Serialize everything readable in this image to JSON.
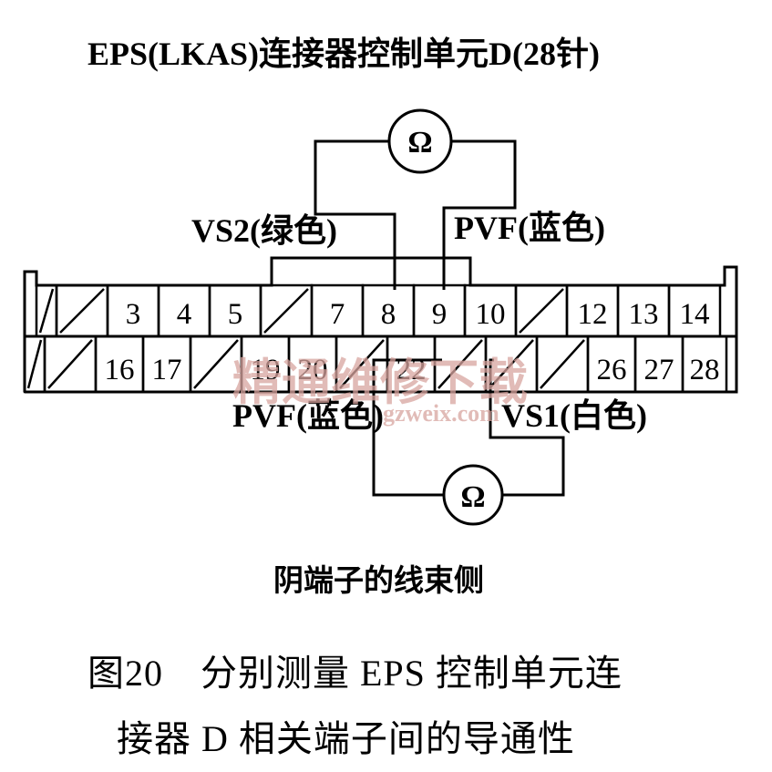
{
  "title": "EPS(LKAS)连接器控制单元D(28针)",
  "ohm_symbol": "Ω",
  "top_labels": {
    "left": "VS2(绿色)",
    "right": "PVF(蓝色)"
  },
  "bottom_labels": {
    "left": "PVF(蓝色)",
    "right": "VS1(白色)"
  },
  "connector": {
    "row1": [
      {
        "label": ""
      },
      {
        "label": ""
      },
      {
        "label": "3"
      },
      {
        "label": "4"
      },
      {
        "label": "5"
      },
      {
        "label": ""
      },
      {
        "label": "7"
      },
      {
        "label": "8"
      },
      {
        "label": "9"
      },
      {
        "label": "10"
      },
      {
        "label": ""
      },
      {
        "label": "12"
      },
      {
        "label": "13"
      },
      {
        "label": "14"
      }
    ],
    "row2": [
      {
        "label": ""
      },
      {
        "label": ""
      },
      {
        "label": "16"
      },
      {
        "label": "17"
      },
      {
        "label": ""
      },
      {
        "label": "19"
      },
      {
        "label": "20"
      },
      {
        "label": ""
      },
      {
        "label": "22"
      },
      {
        "label": ""
      },
      {
        "label": ""
      },
      {
        "label": ""
      },
      {
        "label": "26"
      },
      {
        "label": "27"
      },
      {
        "label": "28"
      }
    ]
  },
  "side_label": "阴端子的线束侧",
  "caption_line1": "图20　分别测量 EPS 控制单元连",
  "caption_line2": "接器 D 相关端子间的导通性",
  "watermark": {
    "text": "精通维修下载",
    "url": "gzweix.com"
  }
}
